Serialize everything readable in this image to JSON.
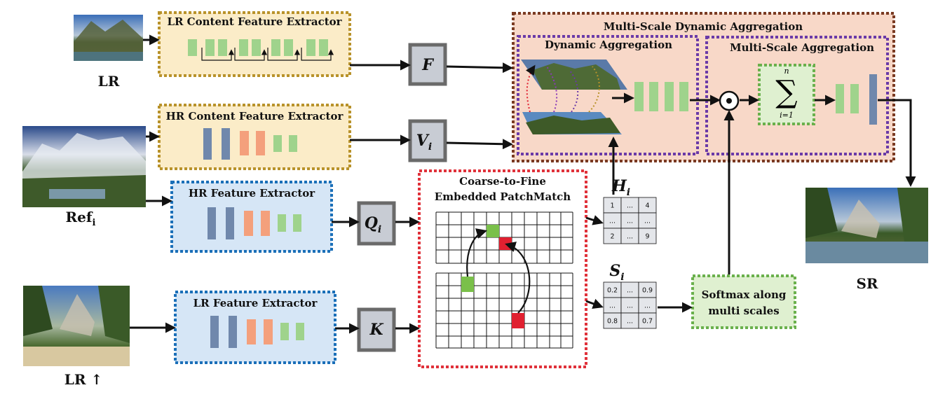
{
  "images": {
    "lr": "LR",
    "ref": "Ref",
    "ref_sub": "i",
    "lr_up": "LR ↑",
    "sr": "SR"
  },
  "extractors": {
    "lr_content": "LR Content Feature Extractor",
    "hr_content": "HR Content Feature Extractor",
    "hr_feature": "HR Feature Extractor",
    "lr_feature": "LR Feature Extractor"
  },
  "symbols": {
    "F": "F",
    "V": "V",
    "V_sub": "i",
    "Q": "Q",
    "Q_sub": "i",
    "K": "K",
    "H": "H",
    "H_sub": "i",
    "S": "S",
    "S_sub": "i"
  },
  "patchmatch": {
    "line1": "Coarse-to-Fine",
    "line2": "Embedded PatchMatch"
  },
  "aggregation": {
    "outer": "Multi-Scale Dynamic Aggregation",
    "dynamic": "Dynamic Aggregation",
    "multiscale": "Multi-Scale Aggregation",
    "sum_upper": "n",
    "sum_lower": "i=1"
  },
  "softmax": {
    "line1": "Softmax along",
    "line2": "multi scales"
  },
  "h_table": [
    "1",
    "...",
    "4",
    "...",
    "...",
    "...",
    "2",
    "...",
    "9"
  ],
  "s_table": [
    "0.2",
    "...",
    "0.9",
    "...",
    "...",
    "...",
    "0.8",
    "...",
    "0.7"
  ],
  "colors": {
    "yellow_box": "#fbecc8",
    "yellow_border": "#b8922a",
    "blue_box": "#d6e6f6",
    "blue_border": "#1a6fb8",
    "red_border": "#e0313a",
    "brown_border": "#7a3a22",
    "peach_box": "#f8d8c8",
    "purple_border": "#6a3aa8",
    "green_box": "#dff0d0",
    "green_border": "#6ab04c",
    "green_block": "#9fd38c",
    "blue_block": "#7088ac",
    "orange_block": "#f4a07c",
    "grey_box": "#c8ccd4",
    "grey_border": "#6a6a6a"
  }
}
